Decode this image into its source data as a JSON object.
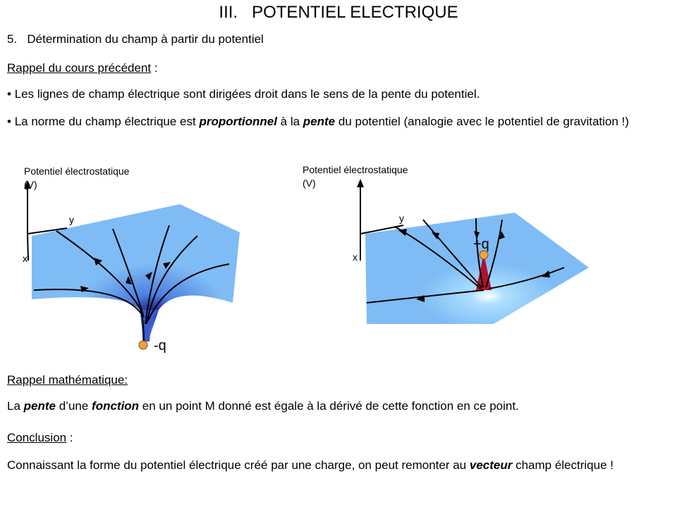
{
  "title": {
    "number": "III.",
    "text": "POTENTIEL ELECTRIQUE"
  },
  "section": {
    "number": "5.",
    "text": "Détermination du champ à partir du potentiel"
  },
  "rappel_cours": {
    "label": "Rappel du cours précédent",
    "suffix": " :"
  },
  "bullets": [
    {
      "symbol": "•",
      "text": "Les lignes de champ électrique sont dirigées droit dans le sens de la pente du potentiel."
    },
    {
      "symbol": "•",
      "pre": "La norme du champ électrique est ",
      "em1": "proportionnel",
      "mid": " à la ",
      "em2": "pente",
      "post": " du potentiel (analogie avec le potentiel de gravitation !)"
    }
  ],
  "figures": {
    "left": {
      "axis_label_line1": "Potentiel électrostatique",
      "axis_label_line2": "(V)",
      "x_label": "x",
      "y_label": "y",
      "charge_label": "-q"
    },
    "right": {
      "axis_label_line1": "Potentiel électrostatique",
      "axis_label_line2": "(V)",
      "x_label": "x",
      "y_label": "y",
      "charge_label": "+q"
    }
  },
  "rappel_math": {
    "label": "Rappel mathématique:",
    "pre": "La ",
    "em1": "pente",
    "mid1": " d’une ",
    "em2": "fonction",
    "post": " en un point M donné est égale à la dérivé de cette fonction en ce point."
  },
  "conclusion": {
    "label": "Conclusion",
    "suffix": " :",
    "pre": "Connaissant la forme du potentiel électrique créé par une charge, on peut remonter au ",
    "em": "vecteur",
    "post": " champ électrique !"
  },
  "colors": {
    "surface": "#7fbcf5",
    "surface_dark": "#1a1a80",
    "field_line": "#000000",
    "charge": "#f2a23c",
    "peak": "#b01030"
  }
}
